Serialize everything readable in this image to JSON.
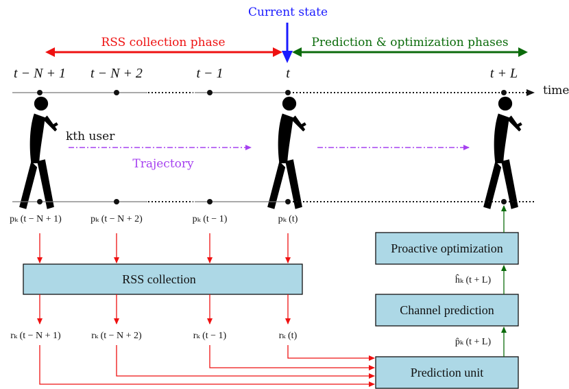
{
  "header": {
    "current_state": "Current state",
    "rss_phase": "RSS collection phase",
    "pred_phase": "Prediction & optimization phases",
    "time_label": "time"
  },
  "time_ticks": [
    "t − N + 1",
    "t − N + 2",
    "t − 1",
    "t",
    "t + L"
  ],
  "user": {
    "kth_user": "kth user",
    "trajectory": "Trajectory"
  },
  "positions": [
    "pₖ (t − N + 1)",
    "pₖ (t − N + 2)",
    "pₖ (t − 1)",
    "pₖ (t)"
  ],
  "rss_values": [
    "rₖ (t − N + 1)",
    "rₖ (t − N + 2)",
    "rₖ (t − 1)",
    "rₖ (t)"
  ],
  "boxes": {
    "rss_collection": "RSS collection",
    "proactive_optimization": "Proactive optimization",
    "channel_prediction": "Channel prediction",
    "prediction_unit": "Prediction unit"
  },
  "flow_labels": {
    "h_hat": "ĥₖ (t + L)",
    "p_hat": "p̂ₖ (t + L)"
  },
  "colors": {
    "red": "#ee1111",
    "green": "#0b6b0b",
    "blue": "#1a1aff",
    "violet": "#a641f0",
    "box_fill": "#add8e6"
  }
}
